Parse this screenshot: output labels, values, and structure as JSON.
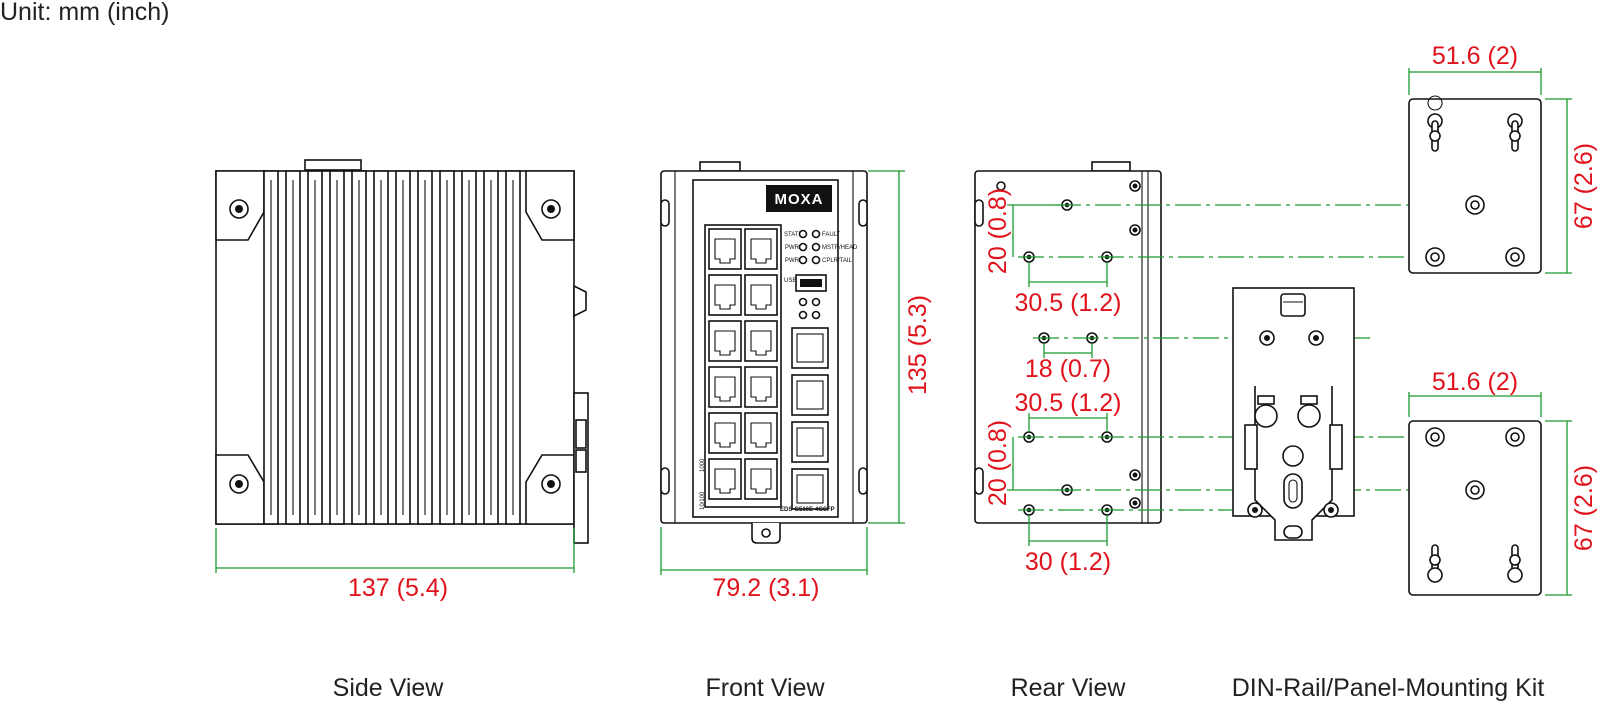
{
  "unit_note": "Unit: mm (inch)",
  "views": {
    "side": "Side View",
    "front": "Front View",
    "rear": "Rear View",
    "kit": "DIN-Rail/Panel-Mounting Kit"
  },
  "dimensions": {
    "side_width": "137 (5.4)",
    "front_width": "79.2 (3.1)",
    "front_height": "135 (5.3)",
    "rear_v_top": "20 (0.8)",
    "rear_h_top": "30.5 (1.2)",
    "rear_mid": "18 (0.7)",
    "rear_h_bottom": "30.5 (1.2)",
    "rear_v_bottom": "20 (0.8)",
    "rear_h_last": "30 (1.2)",
    "plate_top_width": "51.6 (2)",
    "plate_top_height": "67 (2.6)",
    "plate_bottom_width": "51.6 (2)",
    "plate_bottom_height": "67 (2.6)"
  },
  "device_labels": {
    "brand": "MOXA",
    "model": "EDS-G516E-4GSFP",
    "led_state": "STATE",
    "led_fault": "FAULT",
    "led_pwr1": "PWR1",
    "led_pwr2": "PWR2",
    "led_mstr": "MSTR/HEAD",
    "led_cpld": "CPLR/TAIL",
    "usb": "USB",
    "port_1000": "1000",
    "port_10100": "10/100"
  }
}
